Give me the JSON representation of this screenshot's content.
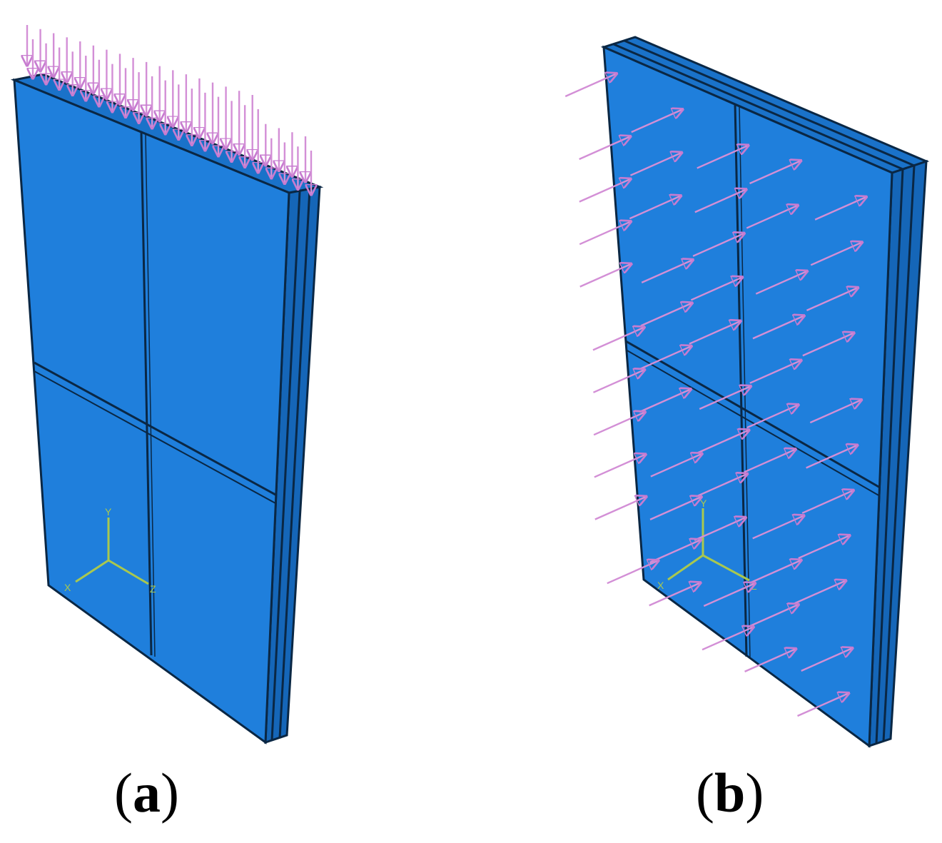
{
  "colors": {
    "panel_face": "#1f7fdc",
    "panel_side": "#1566b8",
    "panel_edge": "#0a2744",
    "load_arrow": "#d38fd6",
    "triad": "#a9c84f"
  },
  "panels": [
    {
      "id": "a",
      "caption": "a",
      "load": "vertical-compression",
      "triad_labels": {
        "y": "Y",
        "x": "X",
        "z": "Z"
      }
    },
    {
      "id": "b",
      "caption": "b",
      "load": "out-of-plane-pressure",
      "triad_labels": {
        "y": "Y",
        "x": "X",
        "z": "Z"
      }
    }
  ]
}
